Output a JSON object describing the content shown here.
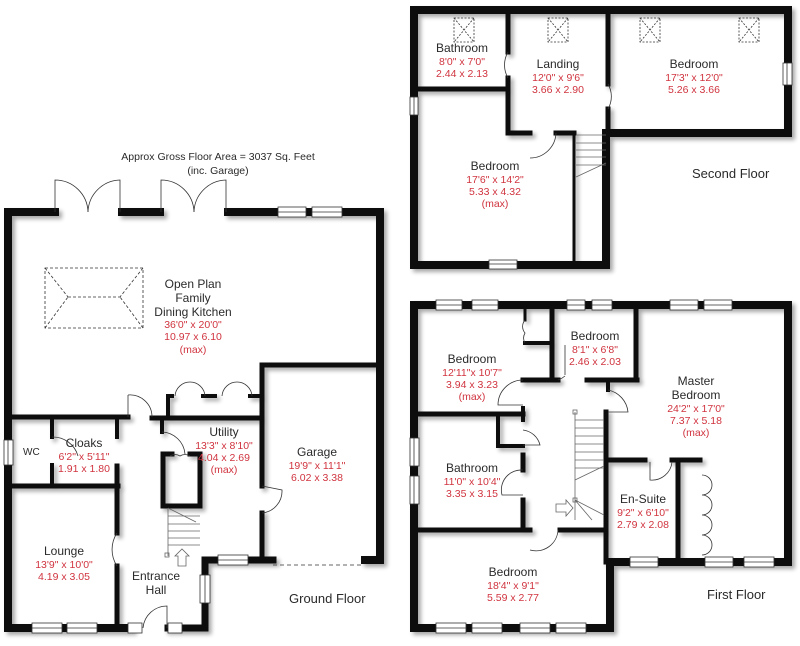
{
  "summary": {
    "area_line": "Approx Gross Floor Area  =  3037  Sq. Feet",
    "area_note": "(inc. Garage)"
  },
  "floors": {
    "ground": {
      "title": "Ground Floor",
      "rooms": [
        {
          "name": "Open Plan\nFamily\nDining Kitchen",
          "name_lines": [
            "Open Plan",
            "Family",
            "Dining Kitchen"
          ],
          "imperial": "36'0\" x 20'0\"",
          "metric": "10.97 x  6.10",
          "note": "(max)"
        },
        {
          "name": "Cloaks",
          "imperial": "6'2\"  x 5'11\"",
          "metric": "1.91  x  1.80"
        },
        {
          "name": "WC"
        },
        {
          "name": "Utility",
          "imperial": "13'3\" x 8'10\"",
          "metric": "4.04  x  2.69",
          "note": "(max)"
        },
        {
          "name": "Garage",
          "imperial": "19'9\" x 11'1\"",
          "metric": "6.02  x  3.38"
        },
        {
          "name": "Lounge",
          "imperial": "13'9\" x 10'0\"",
          "metric": "4.19  x  3.05"
        },
        {
          "name_lines": [
            "Entrance",
            "Hall"
          ]
        }
      ]
    },
    "first": {
      "title": "First Floor",
      "rooms": [
        {
          "name": "Bedroom",
          "imperial": "12'11\"x 10'7\"",
          "metric": "3.94  x  3.23",
          "note": "(max)"
        },
        {
          "name": "Bedroom",
          "imperial": "8'1\"  x  6'8\"",
          "metric": "2.46  x  2.03"
        },
        {
          "name_lines": [
            "Master",
            "Bedroom"
          ],
          "imperial": "24'2\" x 17'0\"",
          "metric": "7.37  x  5.18",
          "note": "(max)"
        },
        {
          "name": "Bathroom",
          "imperial": "11'0\" x 10'4\"",
          "metric": "3.35  x  3.15"
        },
        {
          "name": "En-Suite",
          "imperial": "9'2\"  x 6'10\"",
          "metric": "2.79  x  2.08"
        },
        {
          "name": "Bedroom",
          "imperial": "18'4\" x  9'1\"",
          "metric": "5.59  x  2.77"
        }
      ]
    },
    "second": {
      "title": "Second Floor",
      "rooms": [
        {
          "name": "Bathroom",
          "imperial": "8'0\"  x  7'0\"",
          "metric": "2.44  x  2.13"
        },
        {
          "name": "Landing",
          "imperial": "12'0\"  x  9'6\"",
          "metric": "3.66  x  2.90"
        },
        {
          "name": "Bedroom",
          "imperial": "17'3\" x 12'0\"",
          "metric": "5.26  x  3.66"
        },
        {
          "name": "Bedroom",
          "imperial": "17'6\" x 14'2\"",
          "metric": "5.33  x  4.32",
          "note": "(max)"
        }
      ]
    }
  },
  "colors": {
    "wall": "#0a0a0a",
    "label": "#2a2a2a",
    "dimension": "#d0343f",
    "background": "#ffffff"
  }
}
